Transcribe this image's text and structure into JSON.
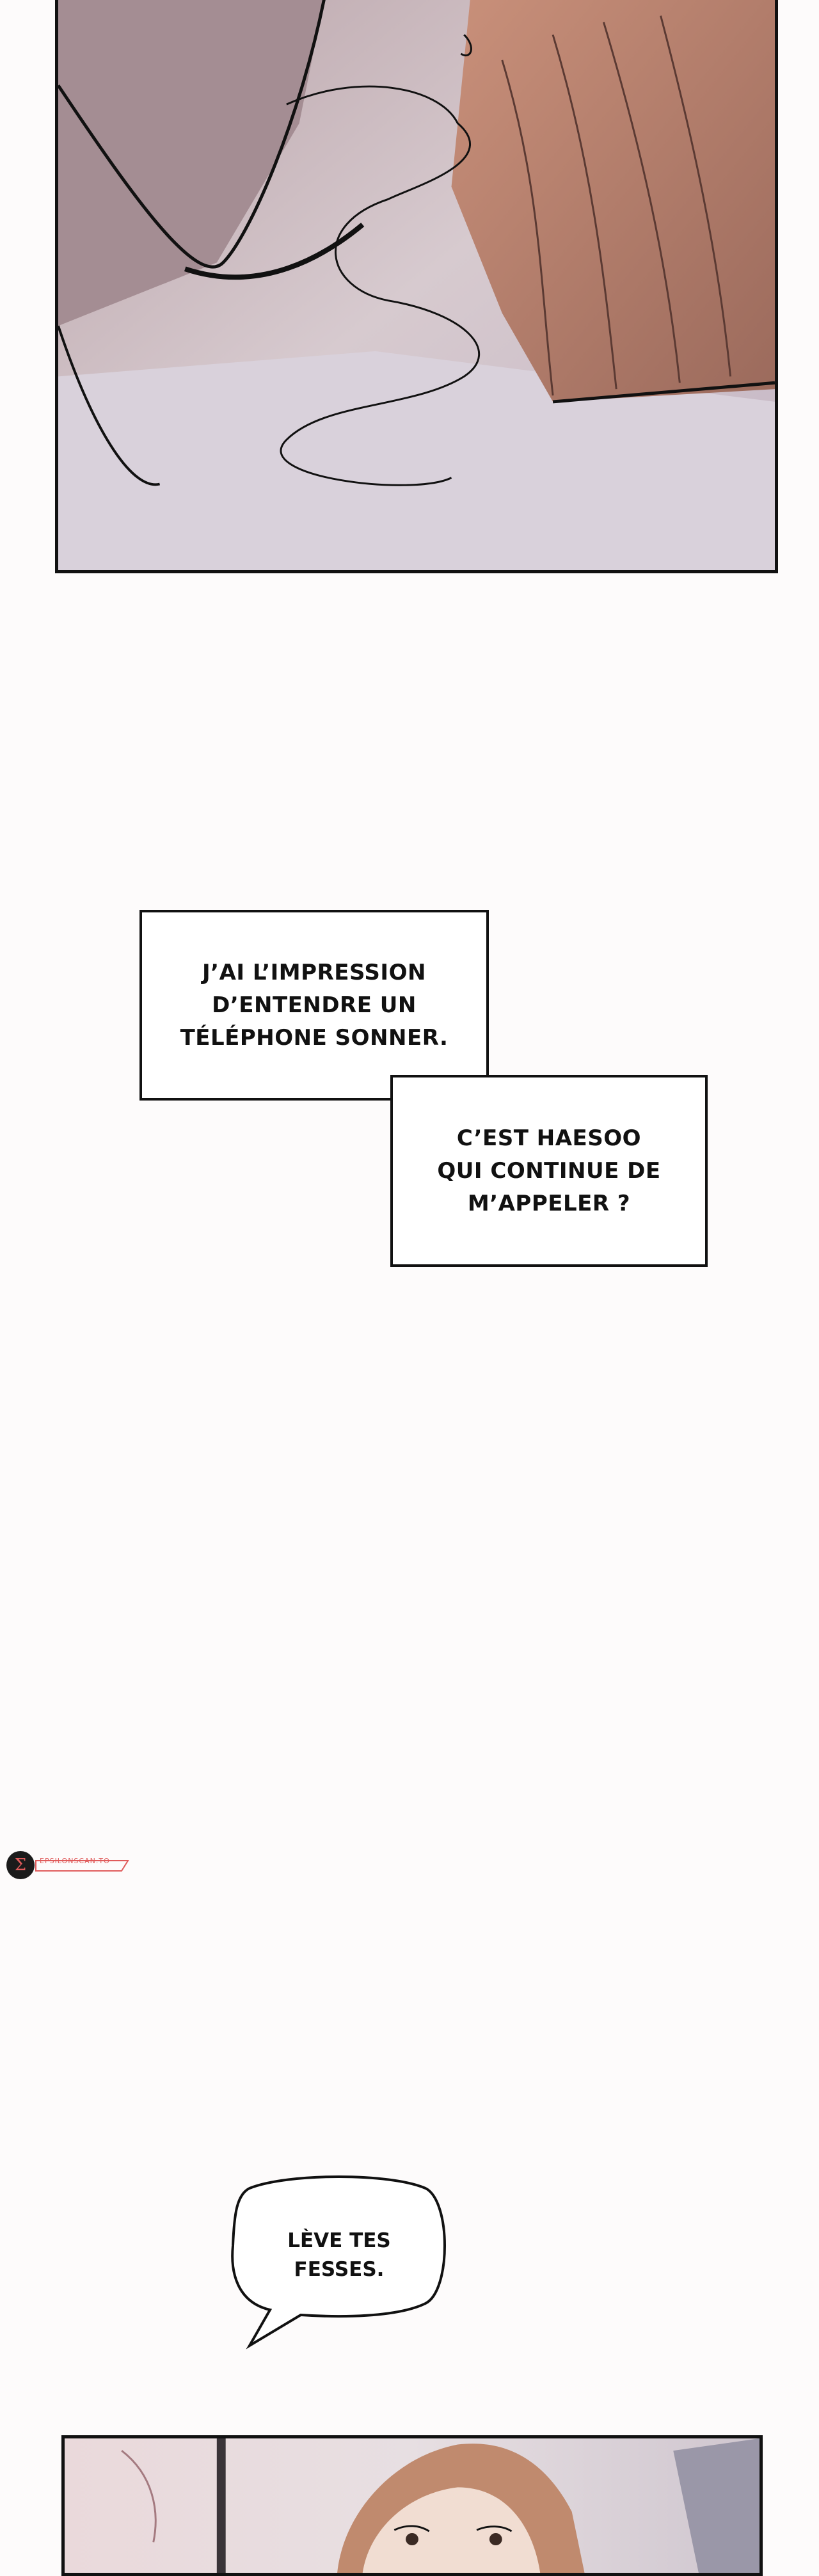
{
  "captions": [
    {
      "id": "caption-1",
      "text": "J’AI L’IMPRESSION\nD’ENTENDRE UN\nTÉLÉPHONE SONNER."
    },
    {
      "id": "caption-2",
      "text": "C’EST HAESOO\nQUI CONTINUE DE\nM’APPELER ?"
    }
  ],
  "speech_bubble": {
    "text": "LÈVE TES\nFESSES."
  },
  "watermark": {
    "label": "EPSILONSCAN.TO",
    "icon": "sigma-icon",
    "color": "#e05b5b"
  }
}
